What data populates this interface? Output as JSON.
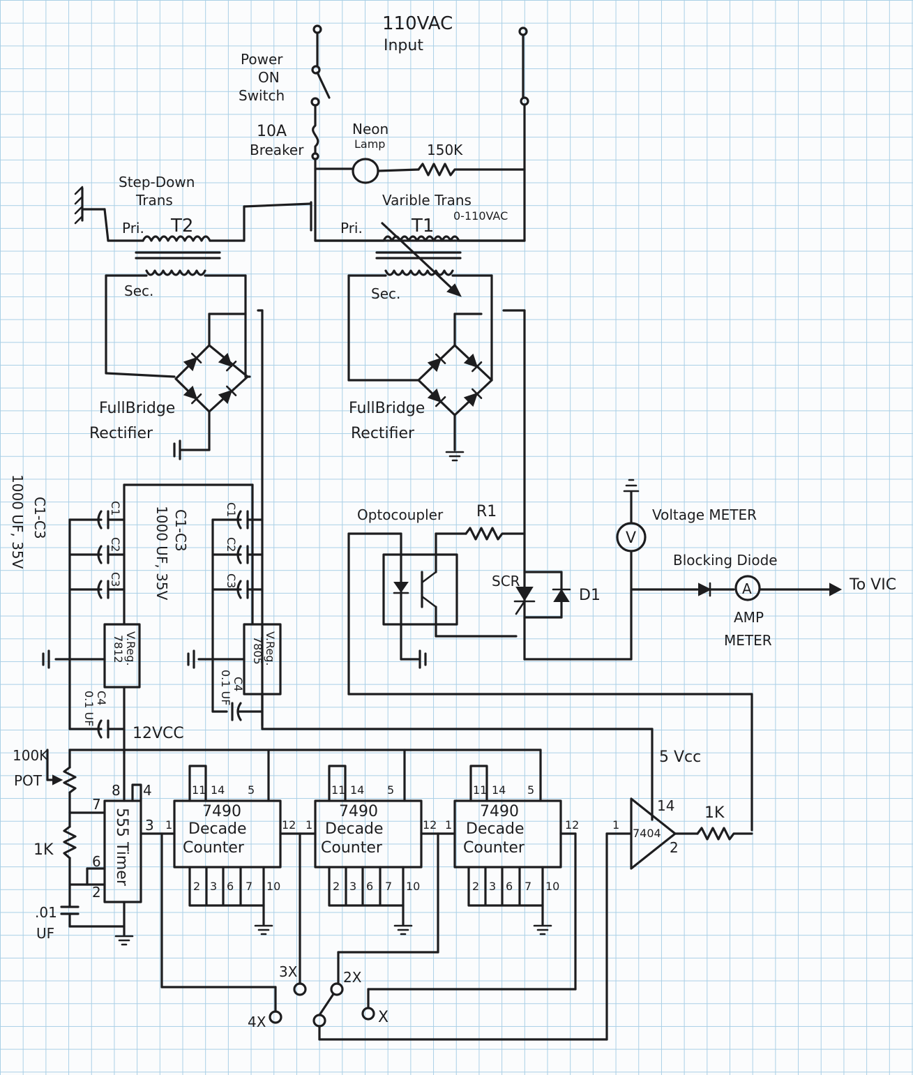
{
  "labels": {
    "input": [
      "110VAC",
      "Input"
    ],
    "power_switch": [
      "Power",
      "ON",
      "Switch"
    ],
    "breaker": [
      "10A",
      "Breaker"
    ],
    "neon": [
      "Neon",
      "Lamp"
    ],
    "r150k": "150K",
    "stepdown": [
      "Step-Down",
      "Trans"
    ],
    "variable": [
      "Varible Trans",
      "0-110VAC"
    ],
    "t1": "T1",
    "t2": "T2",
    "pri": "Pri.",
    "sec": "Sec.",
    "rectifier": [
      "FullBridge",
      "Rectifier"
    ],
    "caps": [
      "C1-C3",
      "1000 UF, 35V"
    ],
    "c1": "C1",
    "c2": "C2",
    "c3": "C3",
    "c4": [
      "C4",
      "0.1 UF"
    ],
    "reg7812": [
      "7812",
      "V.Reg."
    ],
    "reg7805": [
      "7805",
      "V.Reg."
    ],
    "vcc12": "12VCC",
    "vcc5": "5 Vcc",
    "opto": "Optocoupler",
    "r1": "R1",
    "scr": "SCR",
    "d1": "D1",
    "vmeter": "Voltage METER",
    "v": "V",
    "blocking": "Blocking Diode",
    "a": "A",
    "ammeter": [
      "AMP",
      "METER"
    ],
    "tovic": "To VIC",
    "pot": [
      "100K",
      "POT"
    ],
    "r1k": "1K",
    "cap01": [
      ".01",
      "UF"
    ],
    "timer": "555 Timer",
    "counter": [
      "7490",
      "Decade",
      "Counter"
    ],
    "inv": "7404",
    "r1k_out": "1K",
    "pins_top": [
      "11",
      "14",
      "5"
    ],
    "pins_bot": [
      "2",
      "3",
      "6",
      "7",
      "10"
    ],
    "pin12": "12",
    "pin1": "1",
    "pin3": "3",
    "pin7": "7",
    "pin6": "6",
    "pin2": "2",
    "pin8": "8",
    "pin4": "4",
    "pin14": "14",
    "switch_x": "X",
    "switch_2x": "2X",
    "switch_3x": "3X",
    "switch_4x": "4X"
  }
}
